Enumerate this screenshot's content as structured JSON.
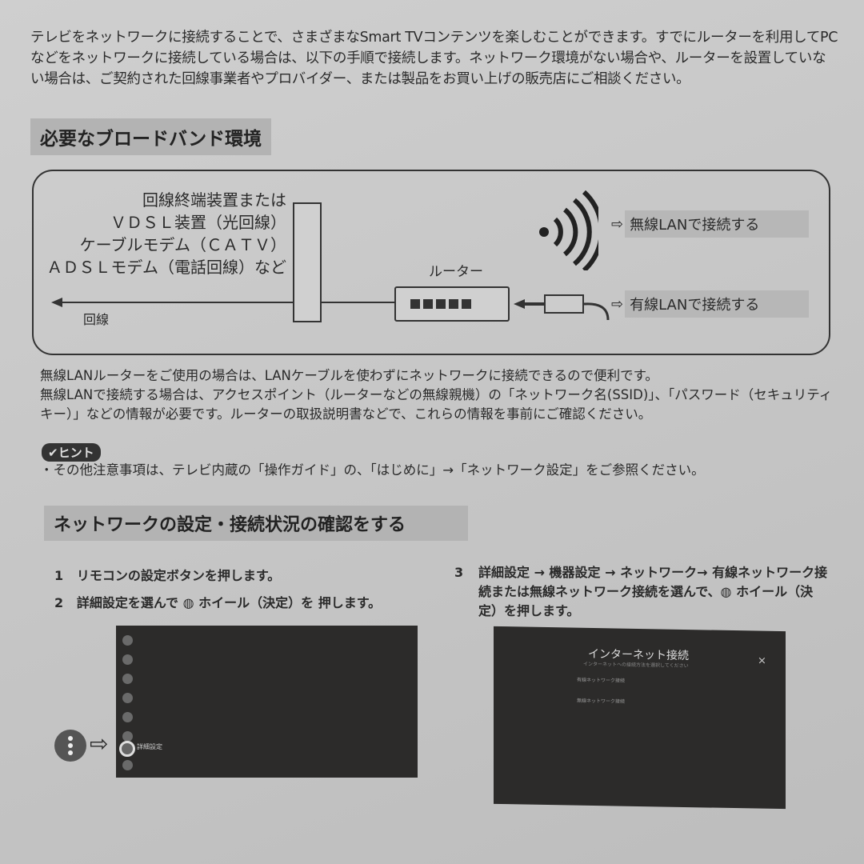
{
  "intro": "テレビをネットワークに接続することで、さまざまなSmart TVコンテンツを楽しむことができます。すでにルーターを利用してPCなどをネットワークに接続している場合は、以下の手順で接続します。ネットワーク環境がない場合や、ルーターを設置していない場合は、ご契約された回線事業者やプロバイダー、または製品をお買い上げの販売店にご相談ください。",
  "section1": {
    "title": "必要なブロードバンド環境",
    "diagram": {
      "devices": [
        "回線終端装置または",
        "ＶＤＳＬ装置（光回線）",
        "ケーブルモデム（ＣＡＴＶ）",
        "ＡＤＳＬモデム（電話回線）など"
      ],
      "line_label": "回線",
      "router_label": "ルーター",
      "wireless": "無線LANで接続する",
      "wired": "有線LANで接続する",
      "arrow_glyph": "⇨"
    }
  },
  "paragraph": [
    "無線LANルーターをご使用の場合は、LANケーブルを使わずにネットワークに接続できるので便利です。",
    "無線LANで接続する場合は、アクセスポイント（ルーターなどの無線親機）の「ネットワーク名(SSID)」、「パスワード（セキュリティキー）」などの情報が必要です。ルーターの取扱説明書などで、これらの情報を事前にご確認ください。"
  ],
  "hint": {
    "label": "ヒント",
    "text": "・その他注意事項は、テレビ内蔵の「操作ガイド」の、「はじめに」→「ネットワーク設定」をご参照ください。"
  },
  "section2": {
    "title": "ネットワークの設定・接続状況の確認をする",
    "steps": [
      {
        "num": "1",
        "text": "リモコンの設定ボタンを押します。"
      },
      {
        "num": "2",
        "text": "詳細設定を選んで ◍ ホイール（決定）を 押します。"
      },
      {
        "num": "3",
        "text": "詳細設定 → 機器設定 → ネットワーク→ 有線ネットワーク接続または無線ネットワーク接続を選んで、◍ ホイール（決定）を押します。"
      }
    ],
    "screen1": {
      "selected_item": "詳細設定"
    },
    "screen2": {
      "title": "インターネット接続",
      "subtitle": "インターネットへの接続方法を選択してください",
      "items": [
        "有線ネットワーク接続",
        "無線ネットワーク接続"
      ],
      "close": "×"
    }
  }
}
